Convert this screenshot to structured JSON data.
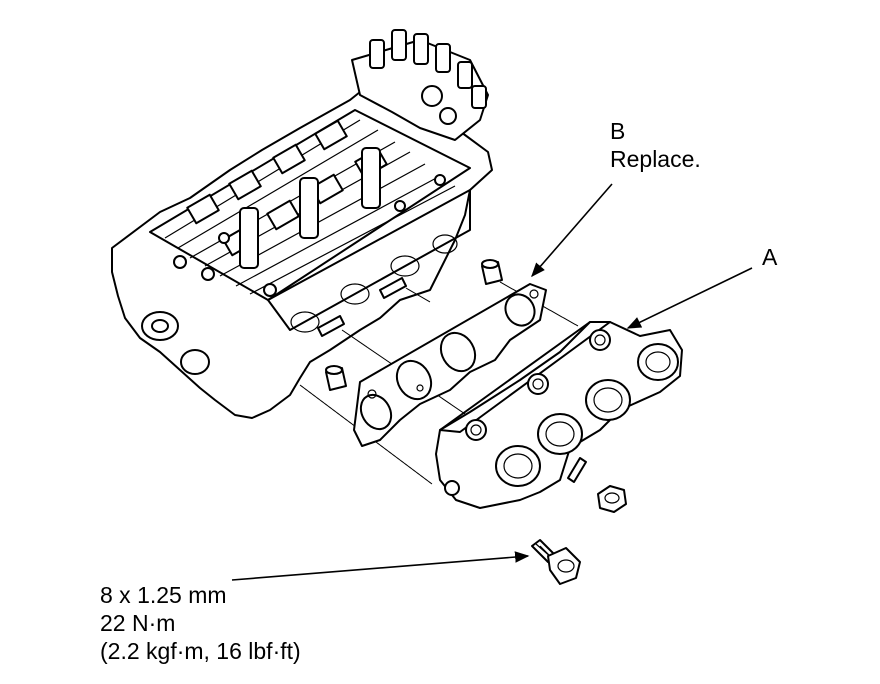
{
  "labels": {
    "part_a": "A",
    "part_b_letter": "B",
    "part_b_note": "Replace.",
    "bolt_size": "8 x 1.25 mm",
    "torque_nm": "22 N·m",
    "torque_alt": "(2.2 kgf·m, 16 lbf·ft)"
  },
  "parts": {
    "cylinder_head": "cylinder-head",
    "gasket": "intake-manifold-gasket",
    "manifold": "intake-manifold",
    "bolt": "flange-bolt",
    "nut": "flange-nut",
    "dowel_pins": "dowel-pins",
    "studs": "studs"
  },
  "colors": {
    "line": "#000000",
    "background": "#ffffff"
  }
}
